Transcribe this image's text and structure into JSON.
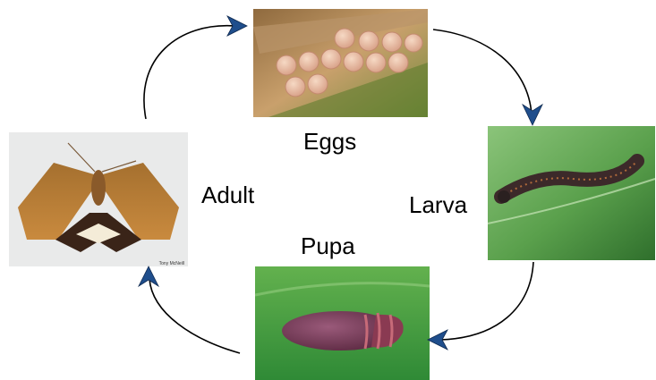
{
  "diagram": {
    "type": "life-cycle",
    "stages": [
      {
        "id": "eggs",
        "label": "Eggs",
        "image": "moth-eggs-photo"
      },
      {
        "id": "larva",
        "label": "Larva",
        "image": "caterpillar-photo"
      },
      {
        "id": "pupa",
        "label": "Pupa",
        "image": "chrysalis-photo"
      },
      {
        "id": "adult",
        "label": "Adult",
        "image": "moth-photo"
      }
    ],
    "arrows": [
      {
        "from": "adult",
        "to": "eggs"
      },
      {
        "from": "eggs",
        "to": "larva"
      },
      {
        "from": "larva",
        "to": "pupa"
      },
      {
        "from": "pupa",
        "to": "adult"
      }
    ],
    "colors": {
      "arrow_line": "#000000",
      "arrow_head": "#1f4e8c",
      "label_text": "#000000"
    }
  }
}
